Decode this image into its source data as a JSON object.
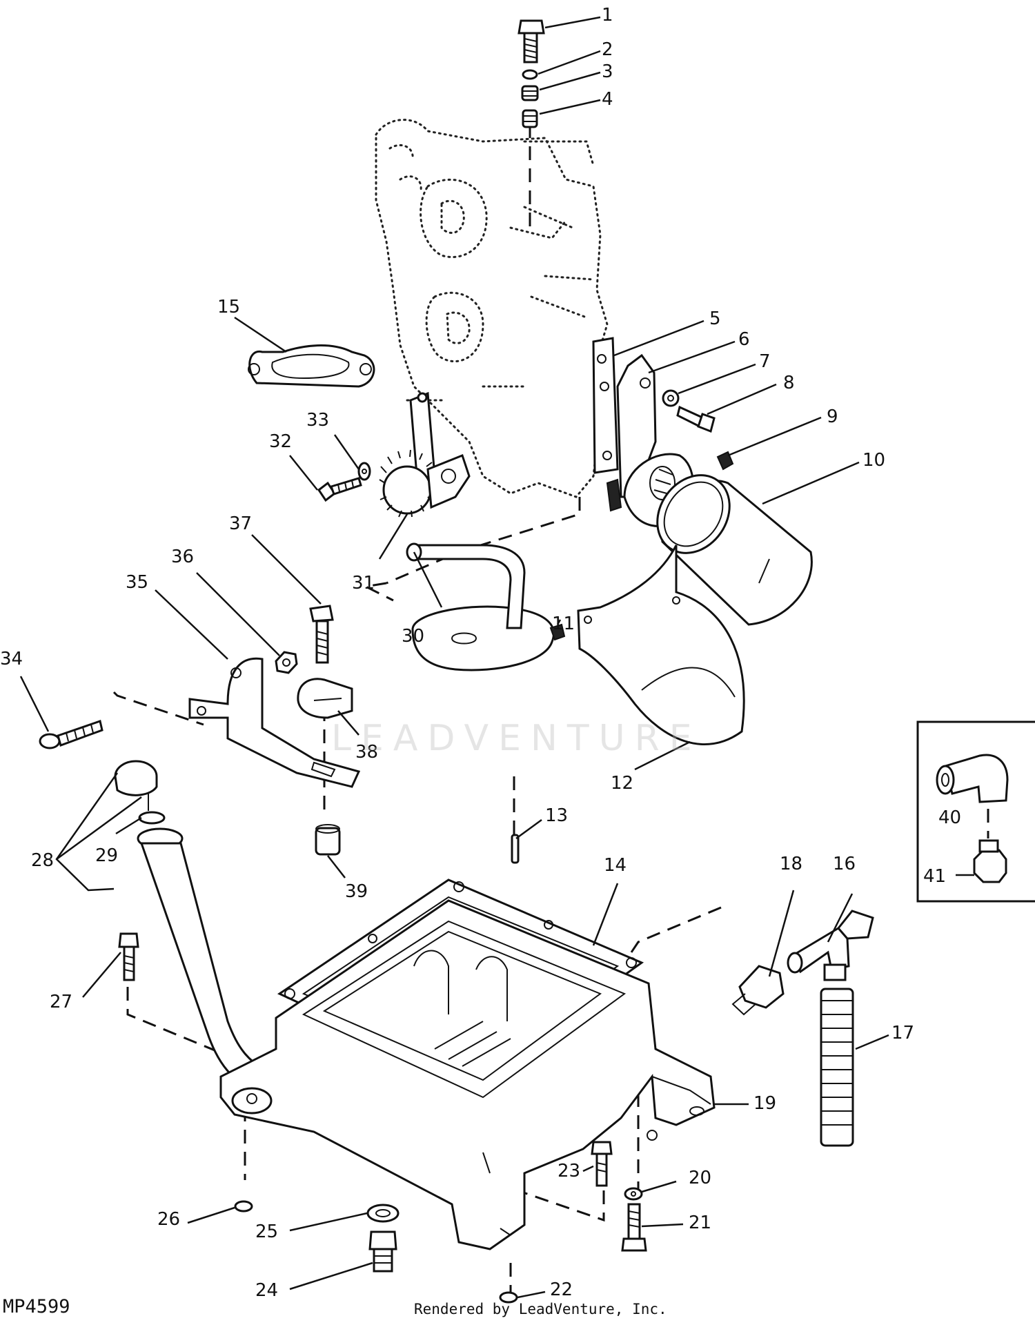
{
  "diagram": {
    "code": "MP4599",
    "credit": "Rendered by LeadVenture, Inc.",
    "watermark": "LEADVENTURE",
    "callouts": [
      "1",
      "2",
      "3",
      "4",
      "5",
      "6",
      "7",
      "8",
      "9",
      "10",
      "11",
      "12",
      "13",
      "14",
      "15",
      "16",
      "17",
      "18",
      "19",
      "20",
      "21",
      "22",
      "23",
      "24",
      "25",
      "26",
      "27",
      "28",
      "29",
      "30",
      "31",
      "32",
      "33",
      "34",
      "35",
      "36",
      "37",
      "38",
      "39",
      "40",
      "41"
    ]
  }
}
